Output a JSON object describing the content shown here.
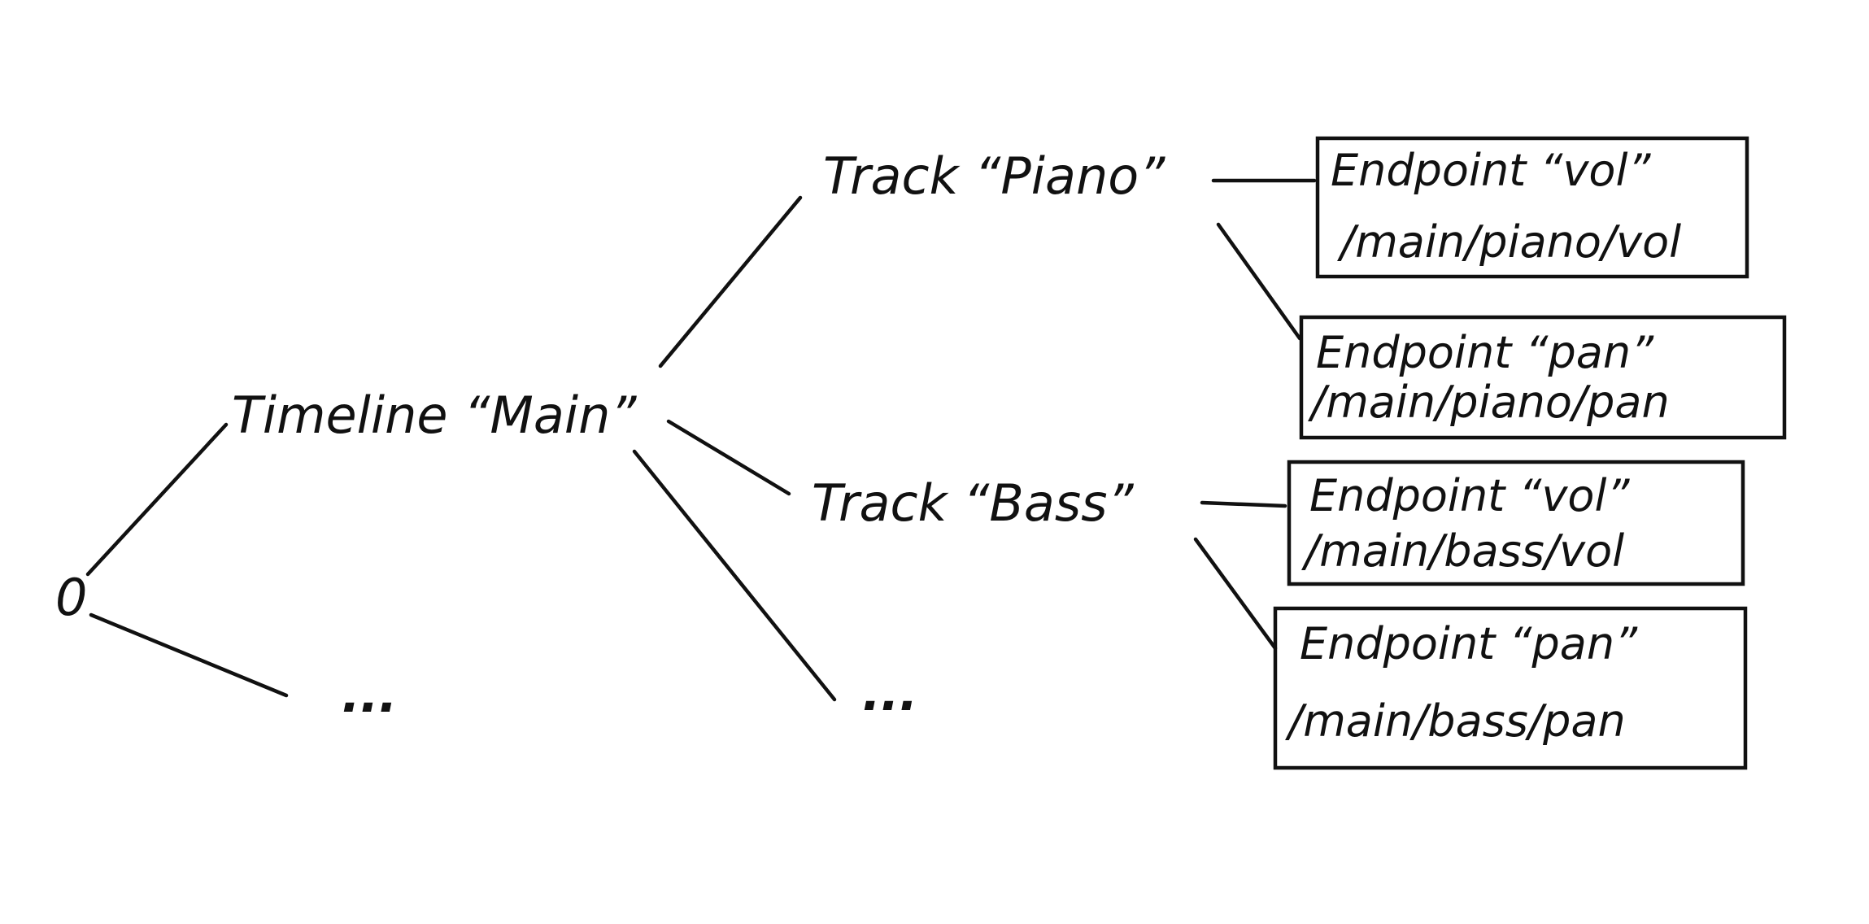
{
  "root": {
    "label": "0"
  },
  "timeline": {
    "label": "Timeline “Main”",
    "sibling_ellipsis": "..."
  },
  "tracks": [
    {
      "label": "Track “Piano”"
    },
    {
      "label": "Track “Bass”"
    }
  ],
  "tracks_ellipsis": "...",
  "endpoints": [
    {
      "title": "Endpoint “vol”",
      "path": "/main/piano/vol"
    },
    {
      "title": "Endpoint “pan”",
      "path": "/main/piano/pan"
    },
    {
      "title": "Endpoint “vol”",
      "path": "/main/bass/vol"
    },
    {
      "title": "Endpoint “pan”",
      "path": "/main/bass/pan"
    }
  ]
}
